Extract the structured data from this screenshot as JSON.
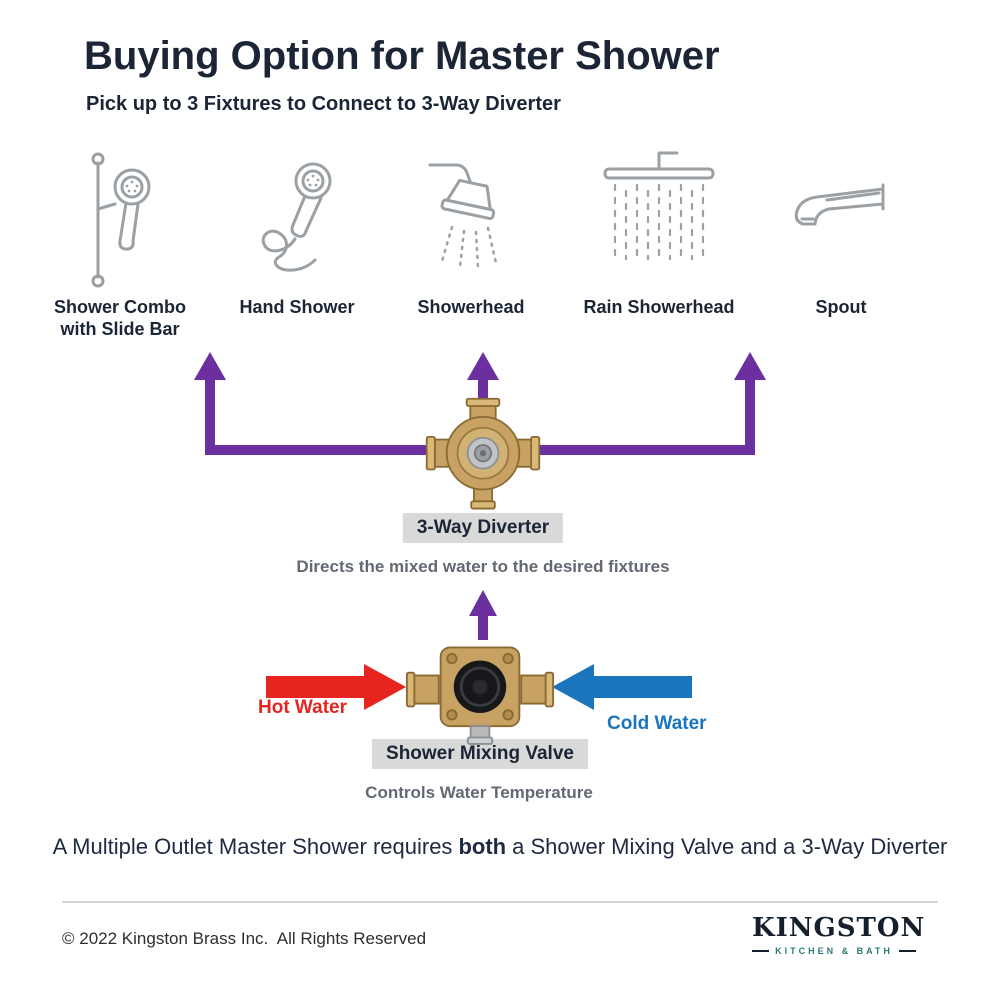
{
  "title": "Buying Option for Master Shower",
  "subtitle": "Pick up to 3 Fixtures to Connect to 3-Way Diverter",
  "fixtures": [
    {
      "label": "Shower Combo with Slide Bar"
    },
    {
      "label": "Hand Shower"
    },
    {
      "label": "Showerhead"
    },
    {
      "label": "Rain Showerhead"
    },
    {
      "label": "Spout"
    }
  ],
  "diverter": {
    "label": "3-Way Diverter",
    "description": "Directs the mixed water to the desired fixtures"
  },
  "mixing_valve": {
    "label": "Shower Mixing Valve",
    "description": "Controls Water Temperature",
    "hot_water_label": "Hot Water",
    "cold_water_label": "Cold Water"
  },
  "footnote": {
    "text_before": "A Multiple Outlet Master Shower requires",
    "bold_word": "both",
    "text_after": "a Shower Mixing Valve and a 3-Way Diverter"
  },
  "footer": {
    "copyright": "© 2022 Kingston Brass Inc.  All Rights Reserved",
    "brand_name": "KINGSTON",
    "brand_tagline": "KITCHEN & BATH"
  },
  "colors": {
    "accent_purple": "#6b2fa0",
    "hot_red": "#e62420",
    "cold_blue": "#1b75bc",
    "text_navy": "#1c2535",
    "label_bg_gray": "#d9d9d9",
    "icon_gray": "#9aa0a4",
    "brass": "#c7a262"
  }
}
